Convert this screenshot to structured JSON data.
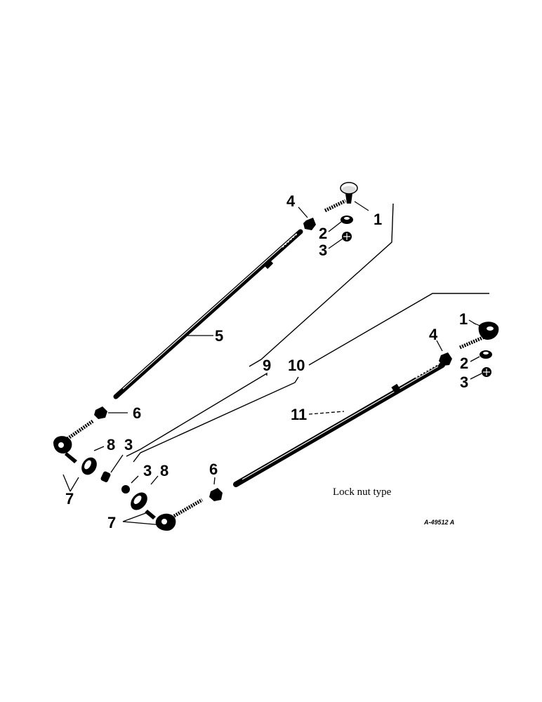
{
  "diagram": {
    "callouts": {
      "upper_rod_end_top": "1",
      "upper_washer_top": "2",
      "upper_nut_top": "3",
      "upper_jam_nut": "4",
      "upper_rod": "5",
      "upper_rod_lower_nut": "6",
      "upper_left_ball_joint": "7",
      "upper_left_washer": "8",
      "upper_left_nut": "3",
      "group_left": "9",
      "group_right": "10",
      "lower_rod_end_right": "1",
      "lower_washer_right": "2",
      "lower_nut_right": "3",
      "lower_jam_nut_right": "4",
      "lower_rod": "11",
      "lower_rod_left_nut": "6",
      "lower_left_ball_joint": "7",
      "lower_left_washer": "8",
      "lower_left_nut": "3"
    },
    "caption": "Lock nut type",
    "drawing_number": "A-49512 A"
  }
}
